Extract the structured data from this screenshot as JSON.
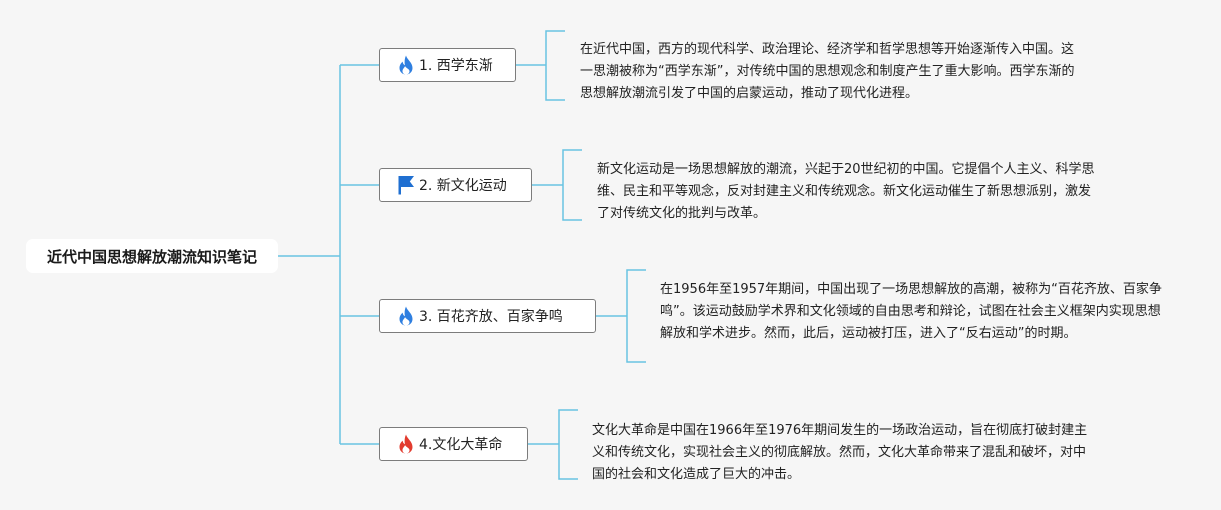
{
  "root": {
    "title": "近代中国思想解放潮流知识笔记"
  },
  "branches": [
    {
      "label": "1. 西学东渐",
      "icon": "flame-blue-icon",
      "icon_color": "#2f7fe0",
      "text": "在近代中国，西方的现代科学、政治理论、经济学和哲学思想等开始逐渐传入中国。这一思潮被称为“西学东渐”，对传统中国的思想观念和制度产生了重大影响。西学东渐的思想解放潮流引发了中国的启蒙运动，推动了现代化进程。"
    },
    {
      "label": "2. 新文化运动",
      "icon": "flag-blue-icon",
      "icon_color": "#1f6fd1",
      "text": "新文化运动是一场思想解放的潮流，兴起于20世纪初的中国。它提倡个人主义、科学思维、民主和平等观念，反对封建主义和传统观念。新文化运动催生了新思想派别，激发了对传统文化的批判与改革。"
    },
    {
      "label": "3. 百花齐放、百家争鸣",
      "icon": "flame-blue-icon",
      "icon_color": "#2f7fe0",
      "text": "在1956年至1957年期间，中国出现了一场思想解放的高潮，被称为“百花齐放、百家争鸣”。该运动鼓励学术界和文化领域的自由思考和辩论，试图在社会主义框架内实现思想解放和学术进步。然而，此后，运动被打压，进入了“反右运动”的时期。"
    },
    {
      "label": "4.文化大革命",
      "icon": "flame-red-icon",
      "icon_color": "#e23b2e",
      "text": "文化大革命是中国在1966年至1976年期间发生的一场政治运动，旨在彻底打破封建主义和传统文化，实现社会主义的彻底解放。然而，文化大革命带来了混乱和破坏，对中国的社会和文化造成了巨大的冲击。"
    }
  ],
  "colors": {
    "connector": "#68c4e2",
    "background": "#f6f6f6",
    "branch_border": "#7c7c7c"
  }
}
